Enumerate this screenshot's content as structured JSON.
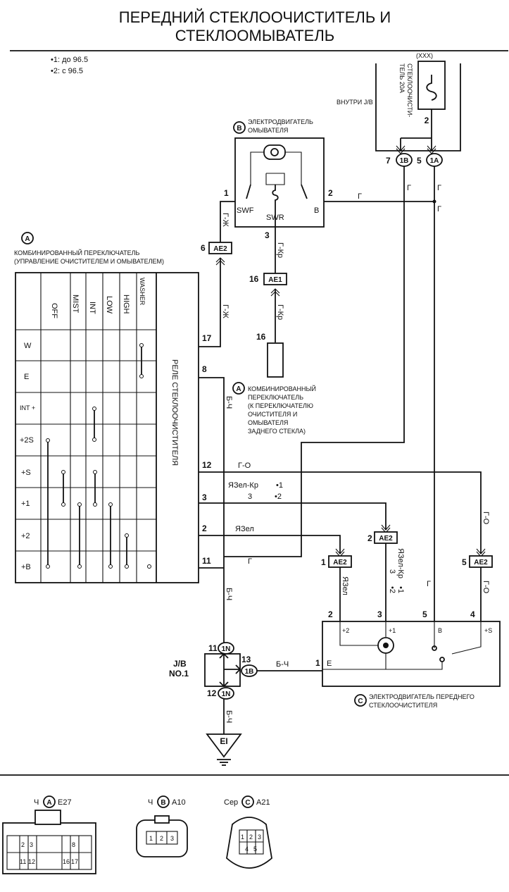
{
  "title_line1": "ПЕРЕДНИЙ СТЕКЛООЧИСТИТЕЛЬ И",
  "title_line2": "СТЕКЛООМЫВАТЕЛЬ",
  "notes": [
    "•1: до 96.5",
    "•2: с 96.5"
  ],
  "fuse": {
    "code": "(XXX)",
    "label_line1": "СТЕКЛООЧИСТИ-",
    "label_line2": "ТЕЛЬ 20A",
    "pin": "2",
    "inside": "ВНУТРИ J/B"
  },
  "jb_conn": {
    "left": "7",
    "left_code": "1B",
    "right": "5",
    "right_code": "1A"
  },
  "washer_motor": {
    "letter": "B",
    "line1": "ЭЛЕКТРОДВИГАТЕЛЬ",
    "line2": "ОМЫВАТЕЛЯ",
    "swf": "SWF",
    "swr": "SWR",
    "b": "B",
    "pin1": "1",
    "pin2": "2",
    "pin3": "3"
  },
  "switch": {
    "letter": "A",
    "line1": "КОМБИНИРОВАННЫЙ ПЕРЕКЛЮЧАТЕЛЬ",
    "line2": "(УПРАВЛЕНИЕ ОЧИСТИТЕЛЕМ И ОМЫВАТЕЛЕМ)",
    "positions": [
      "OFF",
      "MIST",
      "INT",
      "LOW",
      "HIGH",
      "WASHER"
    ],
    "rows": [
      "W",
      "E",
      "INT +",
      "+2S",
      "+S",
      "+1",
      "+2",
      "+B"
    ],
    "relay": "РЕЛЕ СТЕКЛООЧИСТИТЕЛЯ",
    "pins": [
      "17",
      "8",
      "12",
      "3",
      "2",
      "11"
    ]
  },
  "rear_switch": {
    "letter": "A",
    "line1": "КОМБИНИРОВАННЫЙ",
    "line2": "ПЕРЕКЛЮЧАТЕЛЬ",
    "line3": "(К ПЕРЕКЛЮЧАТЕЛЮ",
    "line4": "ОЧИСТИТЕЛЯ И",
    "line5": "ОМЫВАТЕЛЯ",
    "line6": "ЗАДНЕГО СТЕКЛА)",
    "pin": "16"
  },
  "connectors": {
    "ae2_6": "6",
    "ae2": "AE2",
    "ae1_16": "16",
    "ae1": "AE1",
    "ae2_1": "1",
    "ae2_2": "2",
    "ae2_5": "5"
  },
  "wires": {
    "g": "Г",
    "g_zh": "Г-Ж",
    "g_kr": "Г-Кр",
    "b_ch": "Б-Ч",
    "g_o": "Г-О",
    "yazel_kr": "ЯЗел-Кр",
    "mark1": "•1",
    "mark2": "•2",
    "three": "3",
    "yazel": "ЯЗел"
  },
  "jb": {
    "line1": "J/B",
    "line2": "NO.1",
    "p11": "11",
    "p13": "13",
    "p12": "12",
    "c1n": "1N",
    "c1b": "1B",
    "e_pin": "1",
    "e": "E"
  },
  "ground": "EI",
  "wiper_motor": {
    "letter": "C",
    "line1": "ЭЛЕКТРОДВИГАТЕЛЬ ПЕРЕДНЕГО",
    "line2": "СТЕКЛООЧИСТИТЕЛЯ",
    "p2": "2",
    "p3": "3",
    "p5": "5",
    "p4": "4",
    "t_plus2": "+2",
    "t_plus1": "+1",
    "t_b": "B",
    "t_plus_s": "+S"
  },
  "legend": [
    {
      "color": "Ч",
      "letter": "A",
      "code": "E27",
      "pins_top": [
        "2",
        "3",
        "8"
      ],
      "pins_bottom": [
        "11",
        "12",
        "16",
        "17"
      ]
    },
    {
      "color": "Ч",
      "letter": "B",
      "code": "A10",
      "pins": [
        "1",
        "2",
        "3"
      ]
    },
    {
      "color": "Сер",
      "letter": "C",
      "code": "A21",
      "pins_top": [
        "1",
        "2",
        "3"
      ],
      "pins_bottom": [
        "4",
        "5"
      ]
    }
  ]
}
